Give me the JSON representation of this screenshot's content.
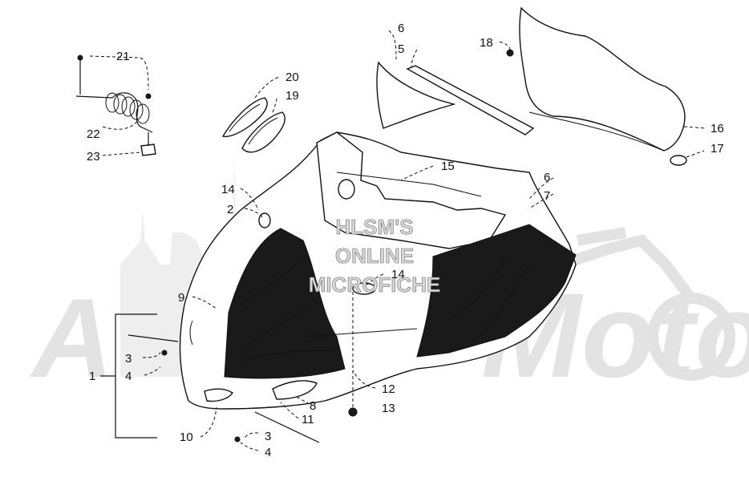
{
  "watermark": {
    "brand": "Moto",
    "overlay_lines": [
      "HLSM'S",
      "ONLINE",
      "MICROFICHE"
    ]
  },
  "callouts": [
    {
      "id": "c21",
      "label": "21"
    },
    {
      "id": "c22",
      "label": "22"
    },
    {
      "id": "c23",
      "label": "23"
    },
    {
      "id": "c20",
      "label": "20"
    },
    {
      "id": "c19",
      "label": "19"
    },
    {
      "id": "c6a",
      "label": "6"
    },
    {
      "id": "c5",
      "label": "5"
    },
    {
      "id": "c18",
      "label": "18"
    },
    {
      "id": "c16",
      "label": "16"
    },
    {
      "id": "c17",
      "label": "17"
    },
    {
      "id": "c15",
      "label": "15"
    },
    {
      "id": "c6b",
      "label": "6"
    },
    {
      "id": "c7",
      "label": "7"
    },
    {
      "id": "c14a",
      "label": "14"
    },
    {
      "id": "c2",
      "label": "2"
    },
    {
      "id": "c14b",
      "label": "14"
    },
    {
      "id": "c9",
      "label": "9"
    },
    {
      "id": "c3a",
      "label": "3"
    },
    {
      "id": "c4a",
      "label": "4"
    },
    {
      "id": "c1",
      "label": "1"
    },
    {
      "id": "c12",
      "label": "12"
    },
    {
      "id": "c8",
      "label": "8"
    },
    {
      "id": "c13",
      "label": "13"
    },
    {
      "id": "c11",
      "label": "11"
    },
    {
      "id": "c10",
      "label": "10"
    },
    {
      "id": "c3b",
      "label": "3"
    },
    {
      "id": "c4b",
      "label": "4"
    }
  ]
}
